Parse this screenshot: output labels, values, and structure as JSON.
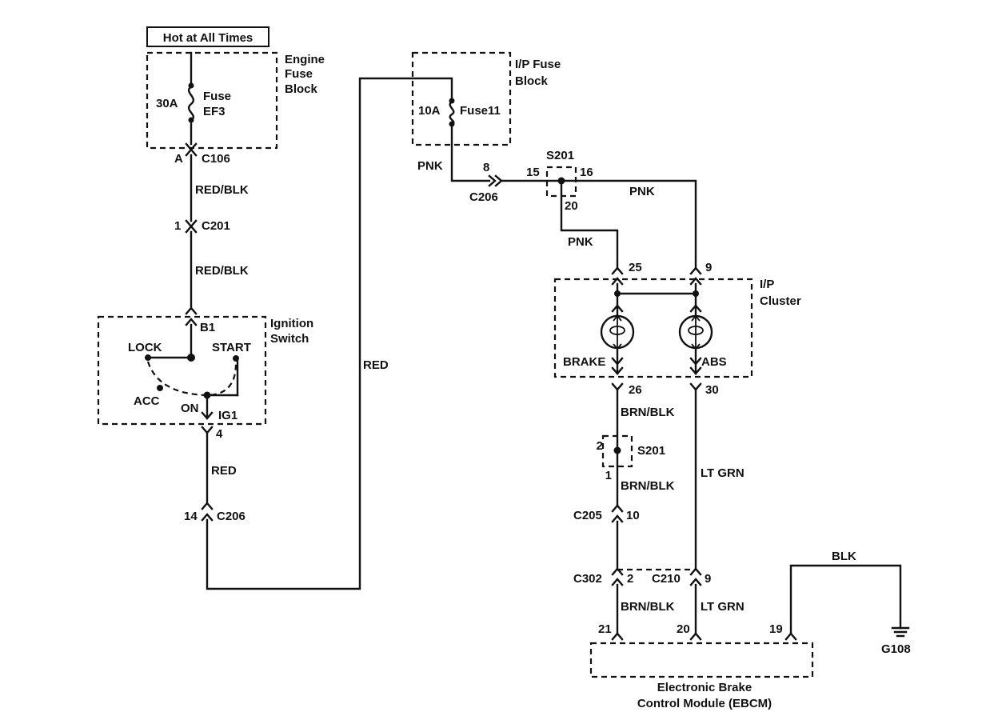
{
  "power": {
    "hot_label": "Hot at All Times"
  },
  "engine_fuse_block": {
    "name_line1": "Engine",
    "name_line2": "Fuse",
    "name_line3": "Block",
    "amp": "30A",
    "fuse_line1": "Fuse",
    "fuse_line2": "EF3",
    "pin": "A",
    "connector": "C106"
  },
  "wires": {
    "red_blk_1": "RED/BLK",
    "red_blk_2": "RED/BLK",
    "red_1": "RED",
    "red_2": "RED",
    "pnk_1": "PNK",
    "pnk_2": "PNK",
    "pnk_3": "PNK",
    "brn_blk_1": "BRN/BLK",
    "brn_blk_2": "BRN/BLK",
    "brn_blk_3": "BRN/BLK",
    "lt_grn_1": "LT GRN",
    "lt_grn_2": "LT GRN",
    "blk": "BLK"
  },
  "c201": {
    "pin": "1",
    "connector": "C201"
  },
  "ignition_switch": {
    "name_line1": "Ignition",
    "name_line2": "Switch",
    "pin_b1": "B1",
    "lock": "LOCK",
    "start": "START",
    "acc": "ACC",
    "on": "ON",
    "ig1": "IG1",
    "pin_out": "4"
  },
  "c206_lower": {
    "pin": "14",
    "connector": "C206"
  },
  "ip_fuse_block": {
    "name_line1": "I/P Fuse",
    "name_line2": "Block",
    "amp": "10A",
    "fuse": "Fuse11"
  },
  "c206_upper": {
    "pin": "8",
    "connector": "C206"
  },
  "s201_top": {
    "name": "S201",
    "pin_in": "15",
    "pin_right": "16",
    "pin_down": "20"
  },
  "ip_cluster": {
    "name_line1": "I/P",
    "name_line2": "Cluster",
    "pin_25": "25",
    "pin_9": "9",
    "brake": "BRAKE",
    "abs": "ABS",
    "pin_26": "26",
    "pin_30": "30"
  },
  "s201_mid": {
    "name": "S201",
    "pin_top": "2",
    "pin_bottom": "1"
  },
  "c205": {
    "connector": "C205",
    "pin": "10"
  },
  "c302": {
    "connector": "C302",
    "pin": "2"
  },
  "c210": {
    "connector": "C210",
    "pin": "9"
  },
  "ebcm": {
    "pin_21": "21",
    "pin_20": "20",
    "pin_19": "19",
    "name_line1": "Electronic Brake",
    "name_line2": "Control Module (EBCM)"
  },
  "ground": {
    "name": "G108"
  }
}
